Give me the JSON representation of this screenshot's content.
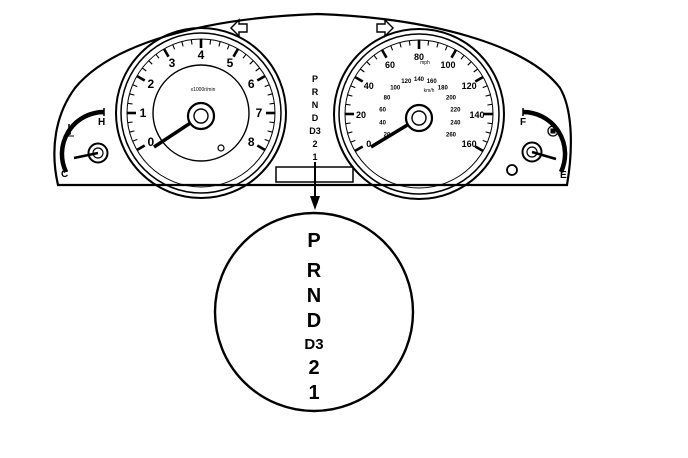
{
  "cluster": {
    "turn_signals": [
      "left-arrow-icon",
      "right-arrow-icon"
    ],
    "tachometer": {
      "ticks": [
        "0",
        "1",
        "2",
        "3",
        "4",
        "5",
        "6",
        "7",
        "8"
      ],
      "unit": "x1000r/min"
    },
    "speedometer": {
      "mph_ticks": [
        "0",
        "20",
        "40",
        "60",
        "80",
        "100",
        "120",
        "140",
        "160"
      ],
      "mph_unit": "mph",
      "kmh_ticks": [
        "20",
        "40",
        "60",
        "80",
        "100",
        "120",
        "140",
        "160",
        "180",
        "200",
        "220",
        "240",
        "260"
      ],
      "kmh_unit": "km/h"
    },
    "temperature_gauge": {
      "hot_label": "H",
      "cold_label": "C",
      "icon": "coolant-temp-icon"
    },
    "fuel_gauge": {
      "full_label": "F",
      "empty_label": "E",
      "icon": "fuel-pump-icon"
    },
    "gear_indicator": [
      "P",
      "R",
      "N",
      "D",
      "D3",
      "2",
      "1"
    ]
  },
  "magnified_indicator": {
    "gears": [
      "P",
      "R",
      "N",
      "D",
      "D3",
      "2",
      "1"
    ]
  }
}
